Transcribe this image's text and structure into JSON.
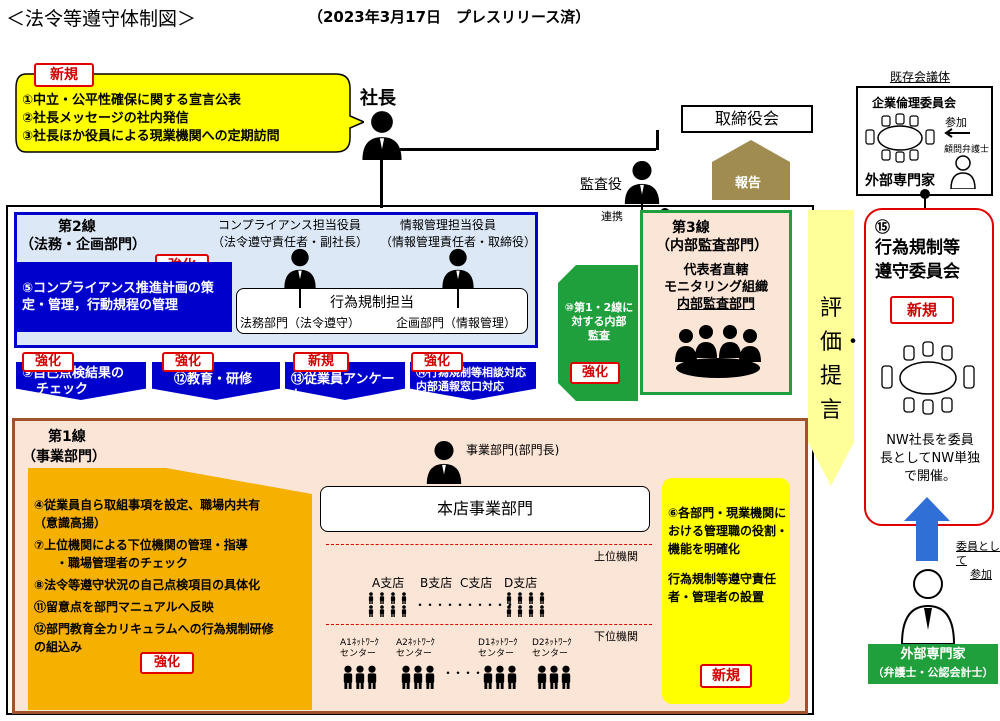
{
  "header": {
    "title": "＜法令等遵守体制図＞",
    "subtitle": "（2023年3月17日　プレスリリース済）"
  },
  "ceo_box": {
    "badge": "新規",
    "items": [
      "①中立・公平性確保に関する宣言公表",
      "②社長メッセージの社内発信",
      "③社長ほか役員による現業機関への定期訪問"
    ]
  },
  "ceo": {
    "label": "社長"
  },
  "board": {
    "label": "取締役会"
  },
  "report": {
    "label": "報告"
  },
  "auditor": {
    "label": "監査役",
    "link": "連携"
  },
  "existing_council": {
    "caption": "既存会議体",
    "title": "企業倫理委員会",
    "participate": "参加",
    "lawyer": "顧問弁護士",
    "expert": "外部専門家"
  },
  "line2": {
    "title": "第2線",
    "dept": "（法務・企画部門）",
    "badge": "強化",
    "plan": "⑤コンプライアンス推進計画の策定・管理，行動規程の管理",
    "officer1_title": "コンプライアンス担当役員",
    "officer1_sub": "（法令遵守責任者・副社長）",
    "officer2_title": "情報管理担当役員",
    "officer2_sub": "（情報管理責任者・取締役）",
    "reg_title": "行為規制担当",
    "reg_left": "法務部門（法令遵守）",
    "reg_right": "企画部門（情報管理）"
  },
  "tabs": [
    {
      "badge": "強化",
      "line1": "⑨自己点検結果の",
      "line2": "チェック"
    },
    {
      "badge": "強化",
      "line1": "⑫教育・研修",
      "line2": ""
    },
    {
      "badge": "新規",
      "line1": "⑬従業員アンケート",
      "line2": ""
    },
    {
      "badge": "強化",
      "line1": "⑭行為規制等相談対応",
      "line2": "内部通報窓口対応"
    }
  ],
  "audit_arrow": {
    "text1": "⑩第1・2線に",
    "text2": "対する内部",
    "text3": "監査",
    "badge": "強化"
  },
  "line3": {
    "title": "第3線",
    "dept": "（内部監査部門）",
    "body1": "代表者直轄",
    "body2": "モニタリング組織",
    "body3": "内部監査部門"
  },
  "evaluation": {
    "text": "評価・提言"
  },
  "committee": {
    "num": "⑮",
    "title1": "行為規制等",
    "title2": "遵守委員会",
    "badge": "新規",
    "desc1": "NW社長を委員",
    "desc2": "長としてNW単独",
    "desc3": "で開催。",
    "join1": "委員として",
    "join2": "参加",
    "expert": "外部専門家",
    "expert_sub": "（弁護士・公認会計士）"
  },
  "line1": {
    "title": "第1線",
    "dept": "（事業部門）",
    "items": [
      "④従業員自ら取組事項を設定、職場内共有",
      "（意識高揚）",
      "⑦上位機関による下位機関の管理・指導",
      "・職場管理者のチェック",
      "⑧法令等遵守状況の自己点検項目の具体化",
      "⑪留意点を部門マニュアルへ反映",
      "⑫部門教育全カリキュラムへの行為規制研修",
      "の組込み"
    ],
    "badge": "強化",
    "head_label": "事業部門(部門長)",
    "hq": "本店事業部門",
    "upper": "上位機関",
    "lower": "下位機関",
    "branches": [
      "A支店",
      "B支店",
      "C支店",
      "D支店"
    ],
    "centers": [
      "A1ﾈｯﾄﾜｰｸ\nセンター",
      "A2ﾈｯﾄﾜｰｸ\nセンター",
      "D1ﾈｯﾄﾜｰｸ\nセンター",
      "D2ﾈｯﾄﾜｰｸ\nセンター"
    ],
    "dots1": "・・・・・・・・・・",
    "dots2": "・・・・",
    "right_box": {
      "text1": "⑥各部門・現業機関における管理職の役割・機能を明確化",
      "text2": "行為規制等遵守責任者・管理者の設置",
      "badge": "新規"
    }
  },
  "colors": {
    "blue": "#0000cc",
    "green": "#1fa03c",
    "red": "#e00000",
    "yellow": "#ffff00",
    "orange": "#f5b000",
    "peach": "#fbe5d6",
    "olive": "#a08c50"
  }
}
